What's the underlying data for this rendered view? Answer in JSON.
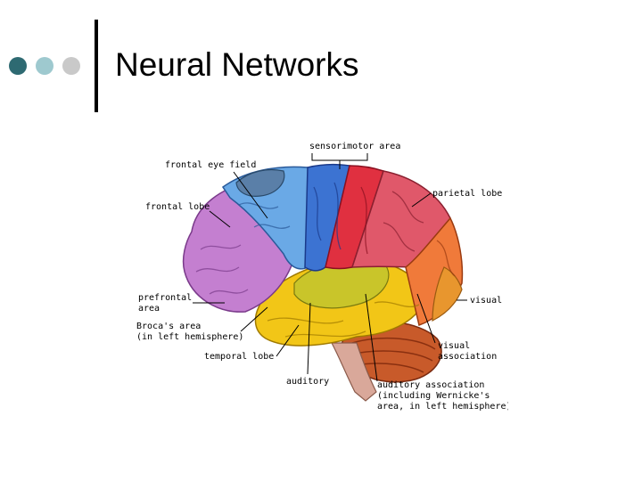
{
  "slide": {
    "title": "Neural Networks",
    "bullet_colors": [
      "#2e6a72",
      "#9ec9cf",
      "#c9c9c9"
    ],
    "accent_color": "#000000"
  },
  "diagram": {
    "labels": {
      "sensorimotor": "sensorimotor area",
      "frontal_eye_field": "frontal eye field",
      "frontal_lobe": "frontal lobe",
      "parietal_lobe": "parietal lobe",
      "prefrontal_1": "prefrontal",
      "prefrontal_2": "area",
      "visual": "visual",
      "brocas_1": "Broca's area",
      "brocas_2": "(in left hemisphere)",
      "visual_assoc_1": "visual",
      "visual_assoc_2": "association",
      "temporal_lobe": "temporal lobe",
      "auditory": "auditory",
      "auditory_assoc_1": "auditory association",
      "auditory_assoc_2": "(including Wernicke's",
      "auditory_assoc_3": "area, in left hemisphere)"
    },
    "region_colors": {
      "prefrontal": "#c47fd0",
      "frontal": "#6aa9e6",
      "eye_field": "#5a7fa8",
      "motor": "#3c73d2",
      "sensory": "#e03040",
      "parietal": "#e0586a",
      "temporal": "#f2c617",
      "auditory": "#c9c52a",
      "occipital": "#f07a3a",
      "visual_assoc": "#e8962e",
      "cerebellum": "#c85a2a",
      "brainstem": "#d9a89a"
    }
  }
}
